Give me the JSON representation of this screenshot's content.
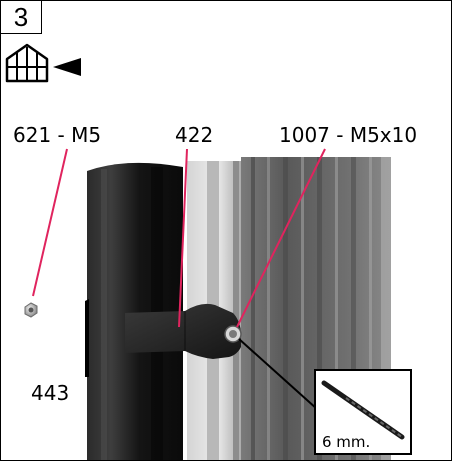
{
  "step": {
    "number": "3"
  },
  "labels": {
    "nut": "621 - M5",
    "bracket": "422",
    "bolt": "1007 - M5x10",
    "profile": "443"
  },
  "inset": {
    "drill_size": "6 mm."
  },
  "icons": {
    "greenhouse": "greenhouse-icon",
    "arrow": "arrow-left-icon"
  },
  "colors": {
    "leader": "#e0245e",
    "post": "#1a1a1a",
    "panel": "#6b6b6b"
  }
}
